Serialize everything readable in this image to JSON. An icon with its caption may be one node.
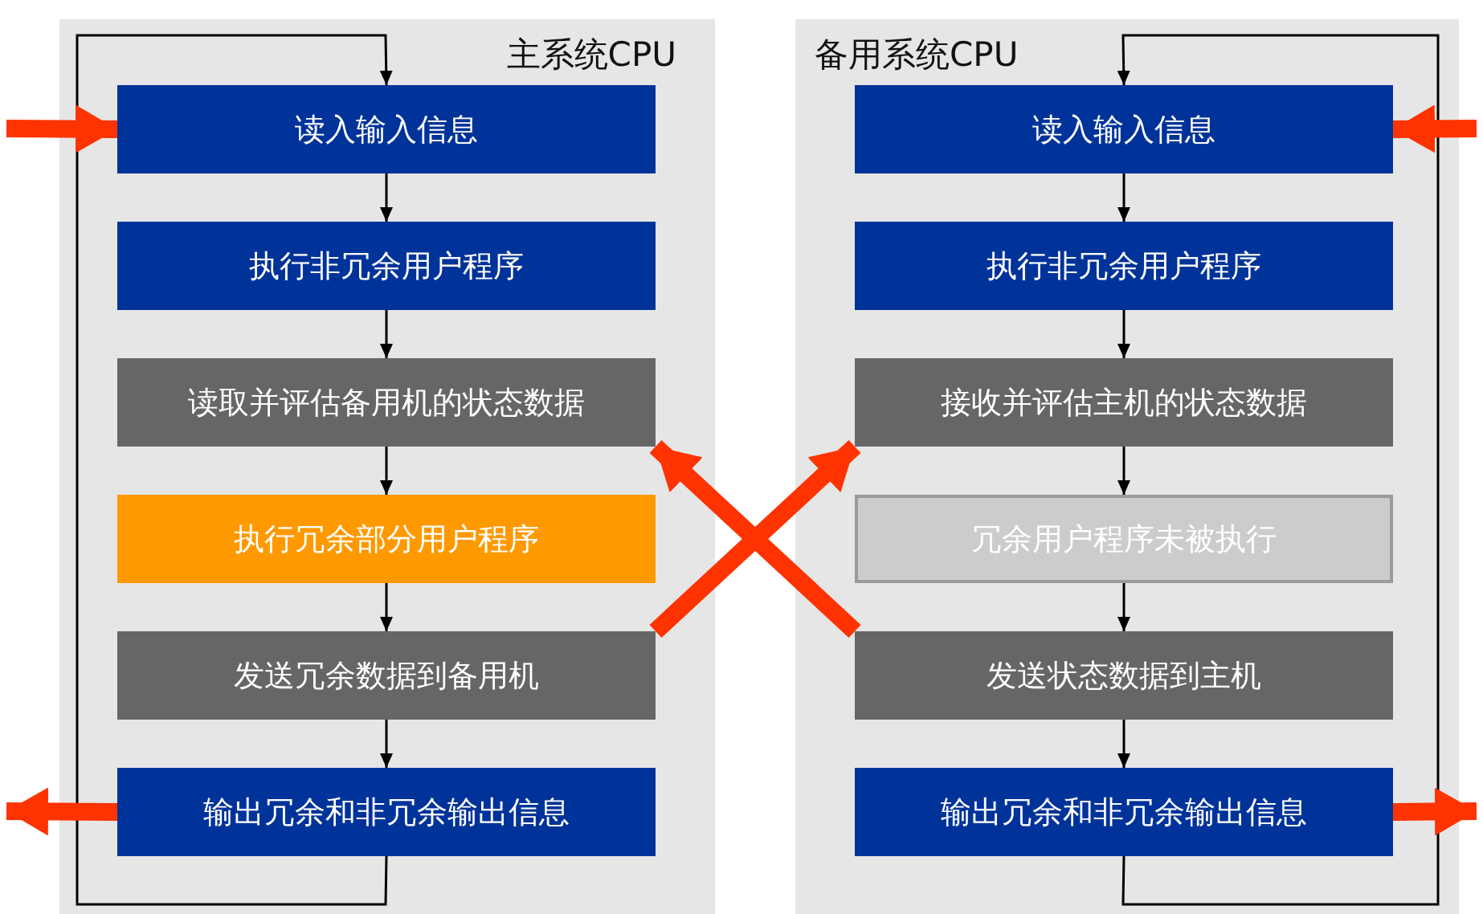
{
  "diagram": {
    "nodes": [
      {
        "text": [
          "主系统CPU"
        ]
      },
      {
        "text": [
          "读入输入信息"
        ],
        "in": 0
      },
      {
        "text": [
          "执行非冗余用户程序"
        ],
        "in": 0
      },
      {
        "text": [
          "读取并评估备用机的状态数据"
        ],
        "in": 0
      },
      {
        "text": [
          "执行冗余部分用户程序"
        ],
        "in": 0
      },
      {
        "text": [
          "发送冗余数据到备用机"
        ],
        "in": 0
      },
      {
        "text": [
          "输出冗余和非冗余输出信息"
        ],
        "in": 0
      },
      {
        "text": [
          "备用系统CPU"
        ]
      },
      {
        "text": [
          "读入输入信息"
        ],
        "in": 7
      },
      {
        "text": [
          "执行非冗余用户程序"
        ],
        "in": 7
      },
      {
        "text": [
          "接收并评估主机的状态数据"
        ],
        "in": 7
      },
      {
        "text": [
          "冗余用户程序未被执行"
        ],
        "in": 7
      },
      {
        "text": [
          "发送状态数据到主机"
        ],
        "in": 7
      },
      {
        "text": [
          "输出冗余和非冗余输出信息"
        ],
        "in": 7
      }
    ],
    "edges": [
      {
        "from": 1,
        "to": 2,
        "arrow": "to"
      },
      {
        "from": 2,
        "to": 3,
        "arrow": "to"
      },
      {
        "from": 3,
        "to": 4,
        "arrow": "to"
      },
      {
        "from": 4,
        "to": 5,
        "arrow": "to"
      },
      {
        "from": 5,
        "to": 6,
        "arrow": "to"
      },
      {
        "from": 6,
        "to": 1,
        "arrow": "to"
      },
      {
        "from": 8,
        "to": 9,
        "arrow": "to"
      },
      {
        "from": 9,
        "to": 10,
        "arrow": "to"
      },
      {
        "from": 10,
        "to": 11,
        "arrow": "to"
      },
      {
        "from": 11,
        "to": 12,
        "arrow": "to"
      },
      {
        "from": 12,
        "to": 13,
        "arrow": "to"
      },
      {
        "from": 13,
        "to": 8,
        "arrow": "to"
      },
      {
        "from": null,
        "to": 1,
        "arrow": "to",
        "style": "thick",
        "color": "#ff3300"
      },
      {
        "from": 6,
        "to": null,
        "arrow": "to",
        "style": "thick",
        "color": "#ff3300"
      },
      {
        "from": null,
        "to": 8,
        "arrow": "to",
        "style": "thick",
        "color": "#ff3300"
      },
      {
        "from": 13,
        "to": null,
        "arrow": "to",
        "style": "thick",
        "color": "#ff3300"
      },
      {
        "from": 5,
        "to": 10,
        "arrow": "to",
        "style": "thick",
        "color": "#ff3300"
      },
      {
        "from": 12,
        "to": 3,
        "arrow": "to",
        "style": "thick",
        "color": "#ff3300"
      }
    ]
  }
}
